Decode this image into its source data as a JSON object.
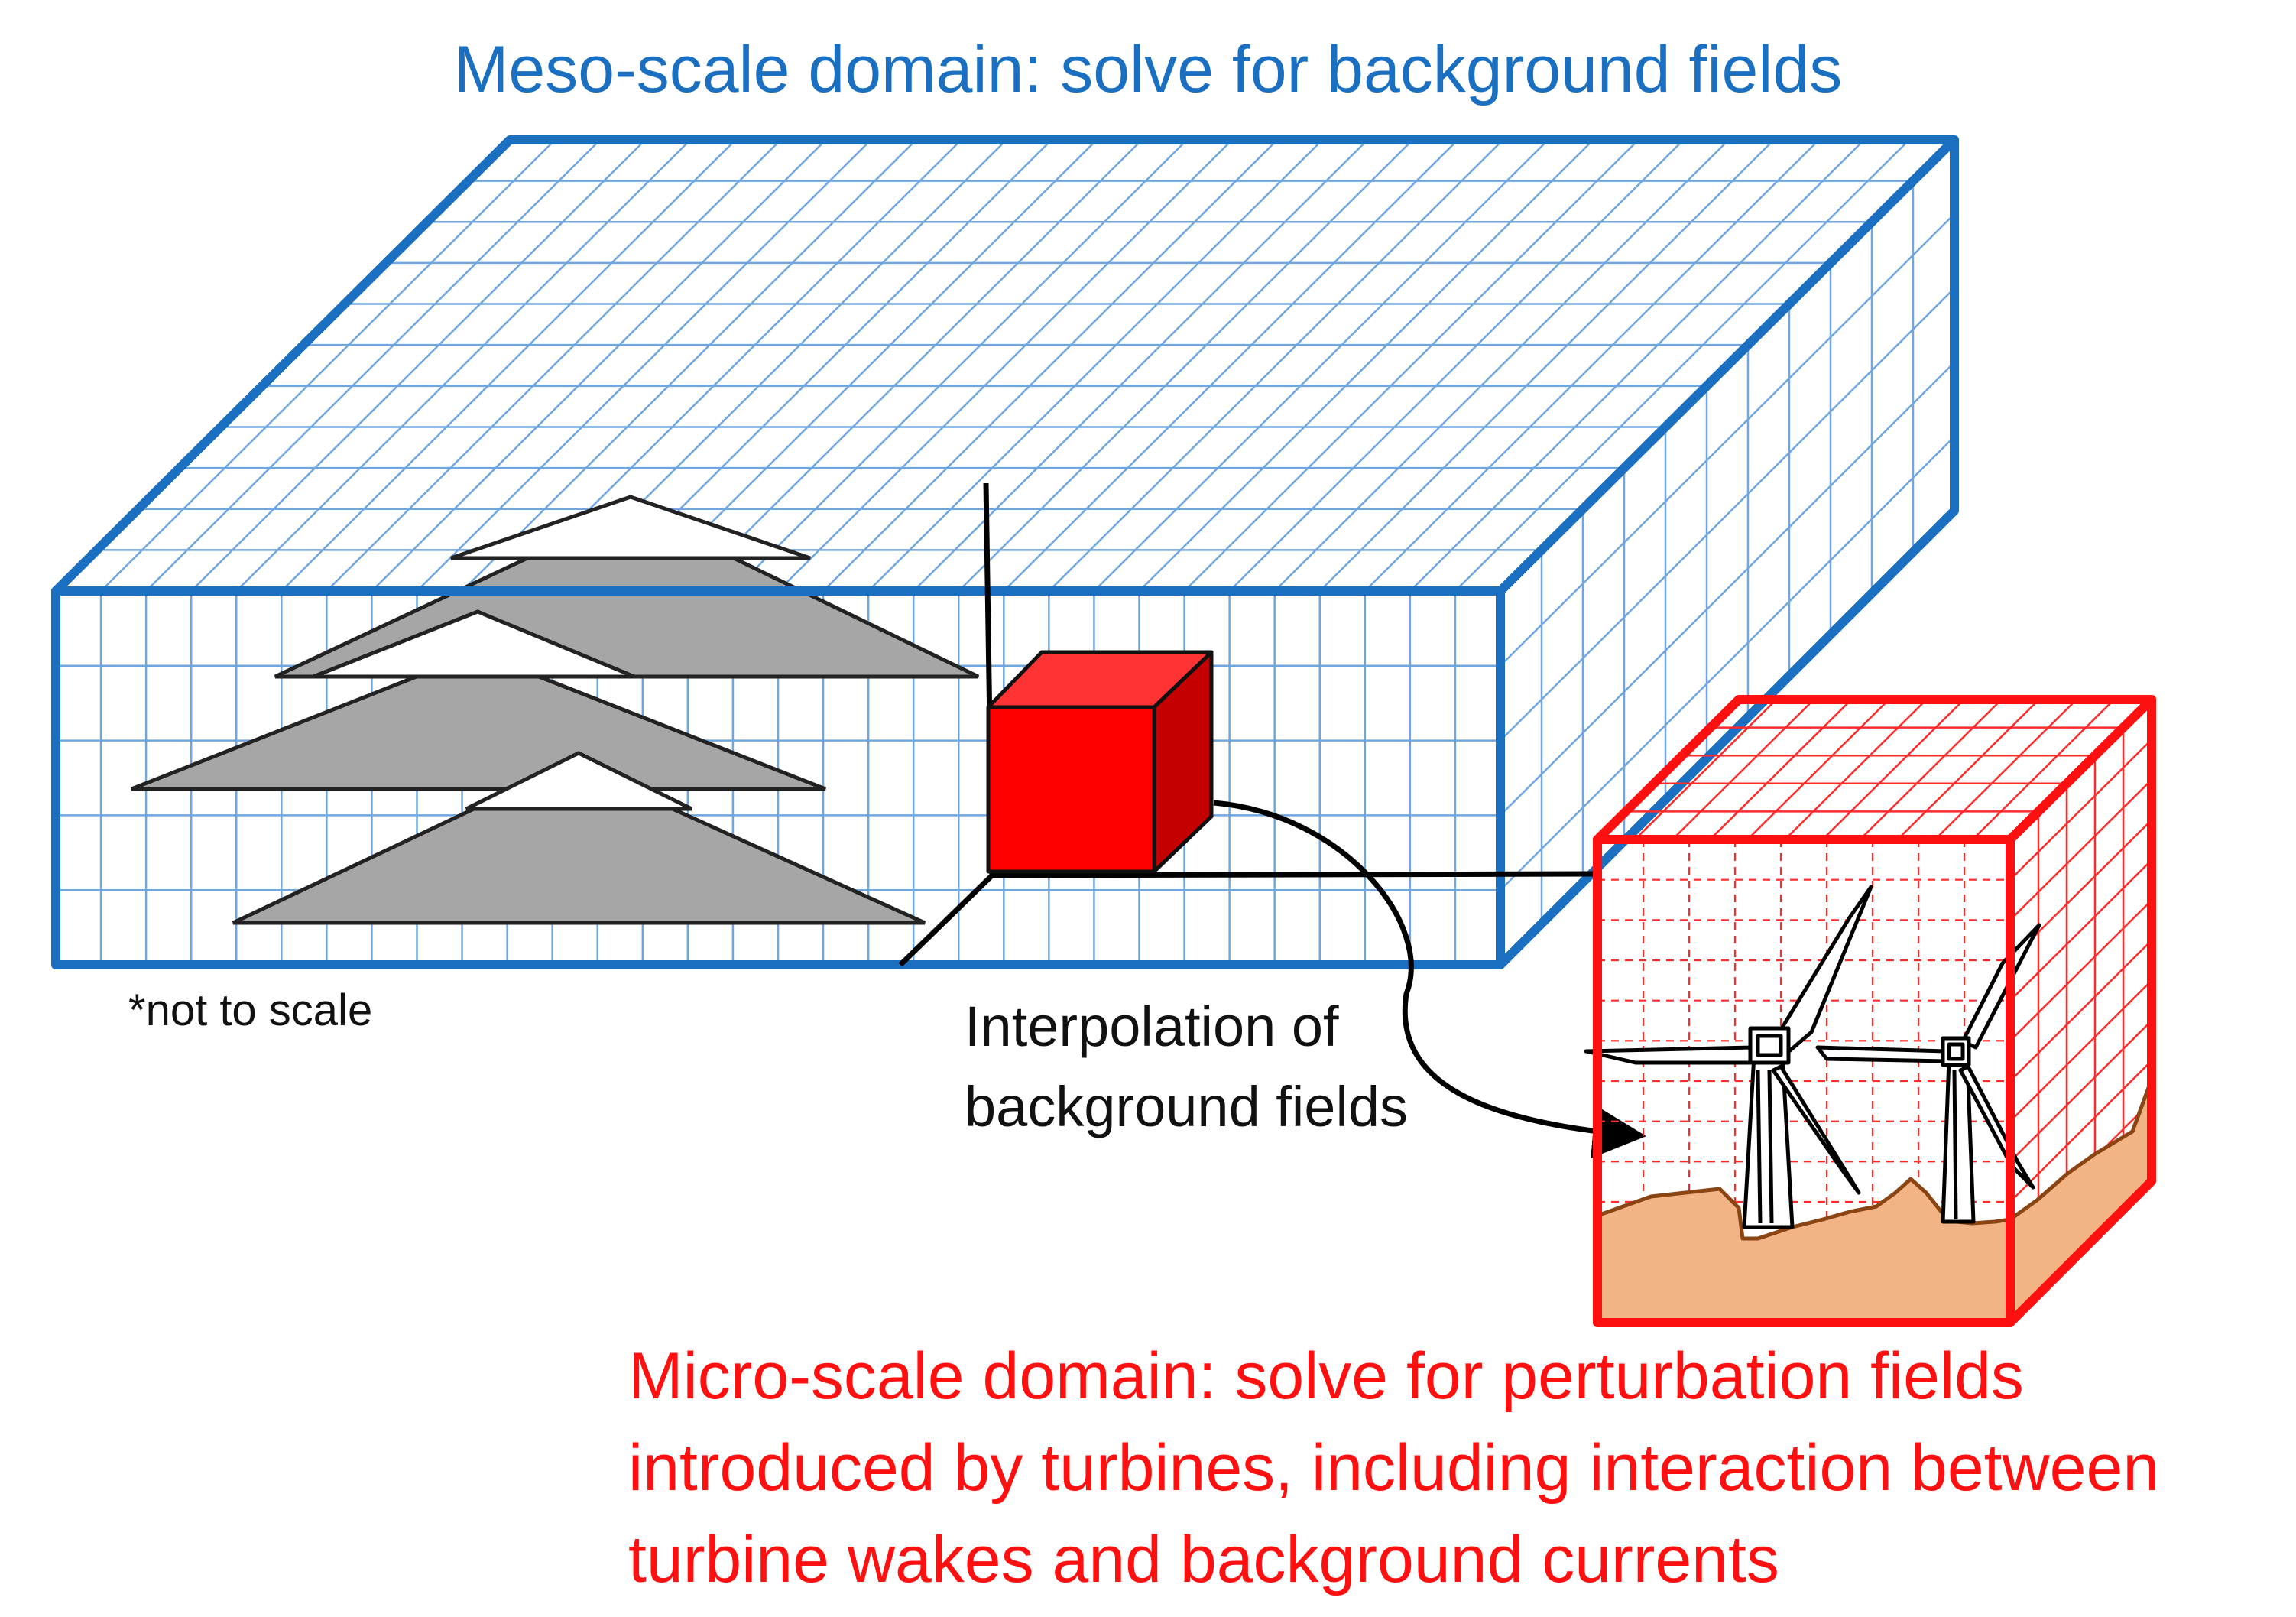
{
  "labels": {
    "meso_title": "Meso-scale domain: solve for background fields",
    "not_to_scale": "*not to scale",
    "interpolation_line1": "Interpolation of",
    "interpolation_line2": "background fields",
    "micro_line1": "Micro-scale domain: solve for perturbation fields",
    "micro_line2": "introduced by turbines, including interaction between",
    "micro_line3": "turbine wakes and background currents"
  },
  "colors": {
    "meso_title": "#1a6fc1",
    "meso_frame": "#1a6fc1",
    "meso_grid": "#6fa6e0",
    "micro_title": "#ff1010",
    "micro_frame": "#ff1010",
    "micro_grid": "#ff2a2a",
    "cube_front": "#ff0000",
    "cube_top": "#ff3333",
    "cube_side": "#c40000",
    "terrain": "#f2b385",
    "terrain_edge": "#8b4513",
    "triangles": "#a6a6a6"
  },
  "icons": [
    "wind-turbine-icon",
    "red-cube-icon",
    "arrow-icon"
  ]
}
